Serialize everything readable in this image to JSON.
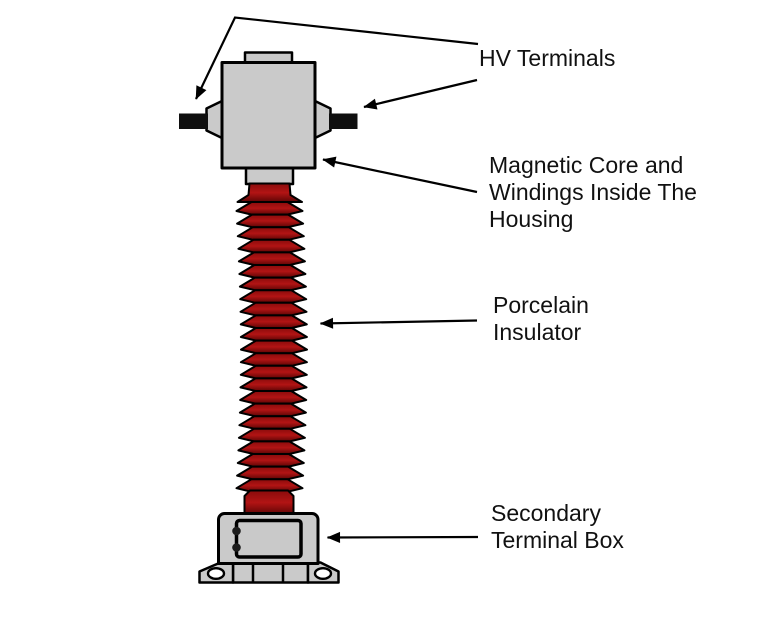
{
  "figure_labels": {
    "hv_terminals": "HV Terminals",
    "magnetic_core": "Magnetic Core and\nWindings Inside The\nHousing",
    "porcelain_insulator": "Porcelain\nInsulator",
    "secondary_terminal_box": "Secondary\nTerminal Box"
  },
  "colors": {
    "background": "#ffffff",
    "line": "#000000",
    "text": "#111111",
    "metal_gray": "#cacaca",
    "panel_gray": "#c9c9c9",
    "terminal_black": "#0f0f0f",
    "rib_top": "#8a0b0b",
    "rib_mid": "#b21414",
    "rib_bottom": "#5e0505",
    "hole_white": "#ffffff"
  }
}
